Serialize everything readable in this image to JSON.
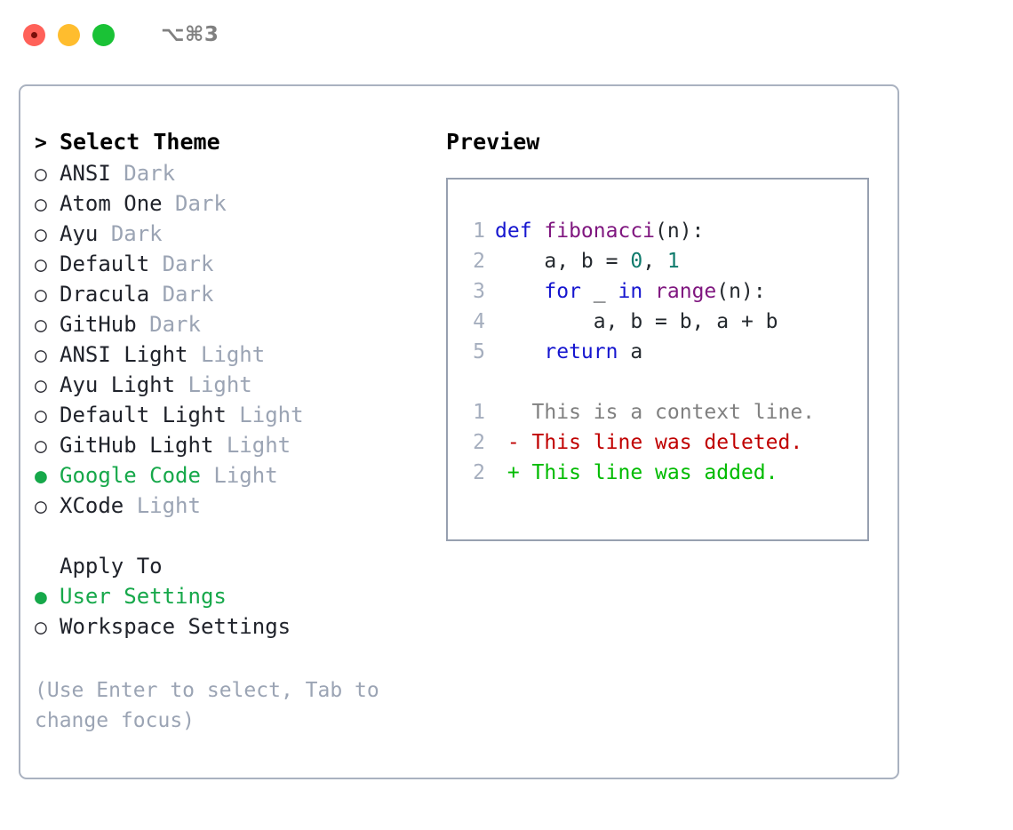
{
  "window": {
    "shortcut_label": "⌥⌘3",
    "traffic_lights": [
      "close",
      "minimize",
      "maximize"
    ]
  },
  "theme_selector": {
    "heading": "Select Theme",
    "heading_marker": ">",
    "marker_selected": "●",
    "marker_unselected": "○",
    "items": [
      {
        "name": "ANSI",
        "variant": "Dark",
        "selected": false
      },
      {
        "name": "Atom One",
        "variant": "Dark",
        "selected": false
      },
      {
        "name": "Ayu",
        "variant": "Dark",
        "selected": false
      },
      {
        "name": "Default",
        "variant": "Dark",
        "selected": false
      },
      {
        "name": "Dracula",
        "variant": "Dark",
        "selected": false
      },
      {
        "name": "GitHub",
        "variant": "Dark",
        "selected": false
      },
      {
        "name": "ANSI Light",
        "variant": "Light",
        "selected": false
      },
      {
        "name": "Ayu Light",
        "variant": "Light",
        "selected": false
      },
      {
        "name": "Default Light",
        "variant": "Light",
        "selected": false
      },
      {
        "name": "GitHub Light",
        "variant": "Light",
        "selected": false
      },
      {
        "name": "Google Code",
        "variant": "Light",
        "selected": true
      },
      {
        "name": "XCode",
        "variant": "Light",
        "selected": false
      }
    ]
  },
  "apply_to": {
    "heading": "Apply To",
    "items": [
      {
        "name": "User Settings",
        "selected": true
      },
      {
        "name": "Workspace Settings",
        "selected": false
      }
    ]
  },
  "hint": "(Use Enter to select, Tab to change focus)",
  "preview": {
    "title": "Preview",
    "code_lines": [
      {
        "lineno": "1",
        "tokens": [
          {
            "text": "def ",
            "type": "kw"
          },
          {
            "text": "fibonacci",
            "type": "fn"
          },
          {
            "text": "(n):",
            "type": "plain"
          }
        ]
      },
      {
        "lineno": "2",
        "tokens": [
          {
            "text": "    a, b = ",
            "type": "plain"
          },
          {
            "text": "0",
            "type": "num"
          },
          {
            "text": ", ",
            "type": "plain"
          },
          {
            "text": "1",
            "type": "num"
          }
        ]
      },
      {
        "lineno": "3",
        "tokens": [
          {
            "text": "    ",
            "type": "plain"
          },
          {
            "text": "for",
            "type": "kw"
          },
          {
            "text": " _ ",
            "type": "plain"
          },
          {
            "text": "in",
            "type": "kw"
          },
          {
            "text": " ",
            "type": "plain"
          },
          {
            "text": "range",
            "type": "fn"
          },
          {
            "text": "(n):",
            "type": "plain"
          }
        ]
      },
      {
        "lineno": "4",
        "tokens": [
          {
            "text": "        a, b = b, a + b",
            "type": "plain"
          }
        ]
      },
      {
        "lineno": "5",
        "tokens": [
          {
            "text": "    ",
            "type": "plain"
          },
          {
            "text": "return",
            "type": "kw"
          },
          {
            "text": " a",
            "type": "plain"
          }
        ]
      }
    ],
    "diff_lines": [
      {
        "lineno": "1",
        "sign": " ",
        "text": "This is a context line.",
        "kind": "ctx"
      },
      {
        "lineno": "2",
        "sign": "-",
        "text": "This line was deleted.",
        "kind": "del"
      },
      {
        "lineno": "2",
        "sign": "+",
        "text": "This line was added.",
        "kind": "add"
      }
    ]
  },
  "colors": {
    "accent_green": "#16a84a",
    "muted_gray": "#9ba4b4",
    "border": "#97a0b0",
    "panel_border": "#aab2c0",
    "keyword": "#1616cf",
    "function": "#7f167f",
    "number": "#0f7b6c",
    "diff_deleted": "#c00000",
    "diff_added": "#00bb00",
    "diff_context": "#808080",
    "traffic_close": "#ff6159",
    "traffic_min": "#ffbd2e",
    "traffic_max": "#1ac236"
  }
}
